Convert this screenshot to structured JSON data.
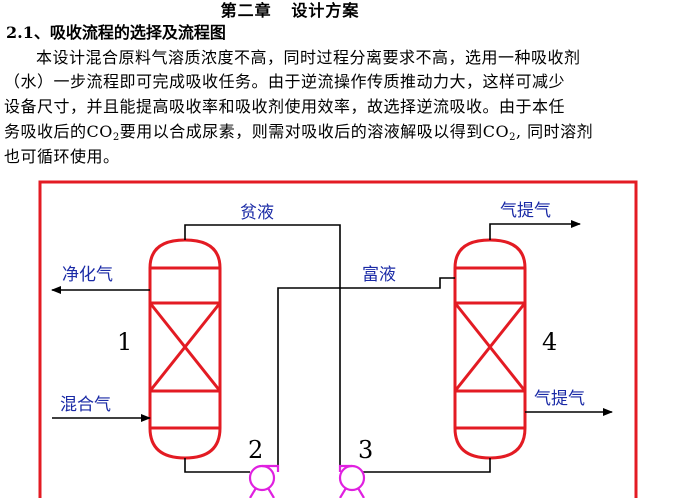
{
  "document": {
    "chapter_title": "第二章   设计方案",
    "section_heading": "2.1、吸收流程的选择及流程图",
    "paragraph_lines": [
      "本设计混合原料气溶质浓度不高，同时过程分离要求不高，选用一种吸收剂",
      "（水）一步流程即可完成吸收任务。由于逆流操作传质推动力大，这样可减少",
      "设备尺寸，并且能提高吸收率和吸收剂使用效率，故选择逆流吸收。由于本任",
      "务吸收后的",
      "要用以合成尿素，则需对吸收后的溶液解吸以得到",
      ", 同时溶剂",
      "也可循环使用。"
    ],
    "co2_main": "CO",
    "co2_sub": "2",
    "co2_main_2": "CO",
    "co2_sub_2": "2"
  },
  "diagram": {
    "labels": {
      "lean_liquid": "贫液",
      "rich_liquid": "富液",
      "purified_gas": "净化气",
      "mixed_gas": "混合气",
      "stripped_gas_top": "气提气",
      "stripped_gas_side": "气提气"
    },
    "units": {
      "absorber_number": "1",
      "pump_left_number": "2",
      "pump_right_number": "3",
      "stripper_number": "4"
    },
    "colors": {
      "frame": "#e31b23",
      "column": "#e31b23",
      "pump": "#e020e0",
      "pipe": "#000000",
      "label": "#1a2aa6"
    }
  }
}
